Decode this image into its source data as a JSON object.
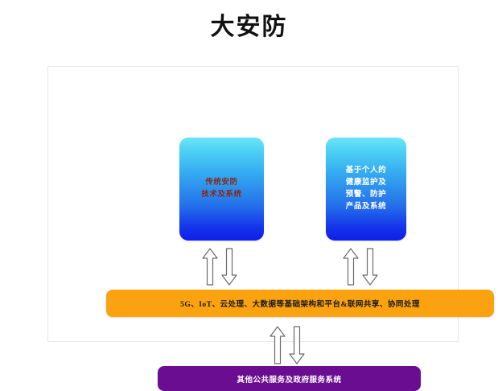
{
  "title": "大安防",
  "diagram": {
    "type": "block-diagram",
    "boxes": [
      {
        "id": "traditional-security",
        "kind": "blue-gradient-box",
        "lines": [
          "传统安防",
          "技术及系统"
        ],
        "text_color": "#7a2418",
        "gradient_from": "#6ae6f7",
        "gradient_to": "#0d1fe8"
      },
      {
        "id": "personal-health",
        "kind": "blue-gradient-box",
        "lines": [
          "基于个人的",
          "健康监护及",
          "预警、防护",
          "产品及系统"
        ],
        "text_color": "#ffffff",
        "gradient_from": "#6ae6f7",
        "gradient_to": "#0d1fe8"
      }
    ],
    "bars": [
      {
        "id": "infrastructure",
        "label": "5G、IoT、云处理、大数据等基础架构和平台&联网共享、协同处理",
        "color": "#faa210",
        "text_color": "#1c1c1c"
      },
      {
        "id": "government-services",
        "label": "其他公共服务及政府服务系统",
        "color": "#6a0d91",
        "text_color": "#ffffff"
      }
    ],
    "connectors": [
      {
        "id": "left",
        "icons": [
          "arrow-up-icon",
          "arrow-down-icon"
        ]
      },
      {
        "id": "right",
        "icons": [
          "arrow-up-icon",
          "arrow-down-icon"
        ]
      },
      {
        "id": "middle",
        "icons": [
          "arrow-up-icon",
          "arrow-down-icon"
        ]
      }
    ],
    "frame_border_color": "#e8e8e8"
  }
}
